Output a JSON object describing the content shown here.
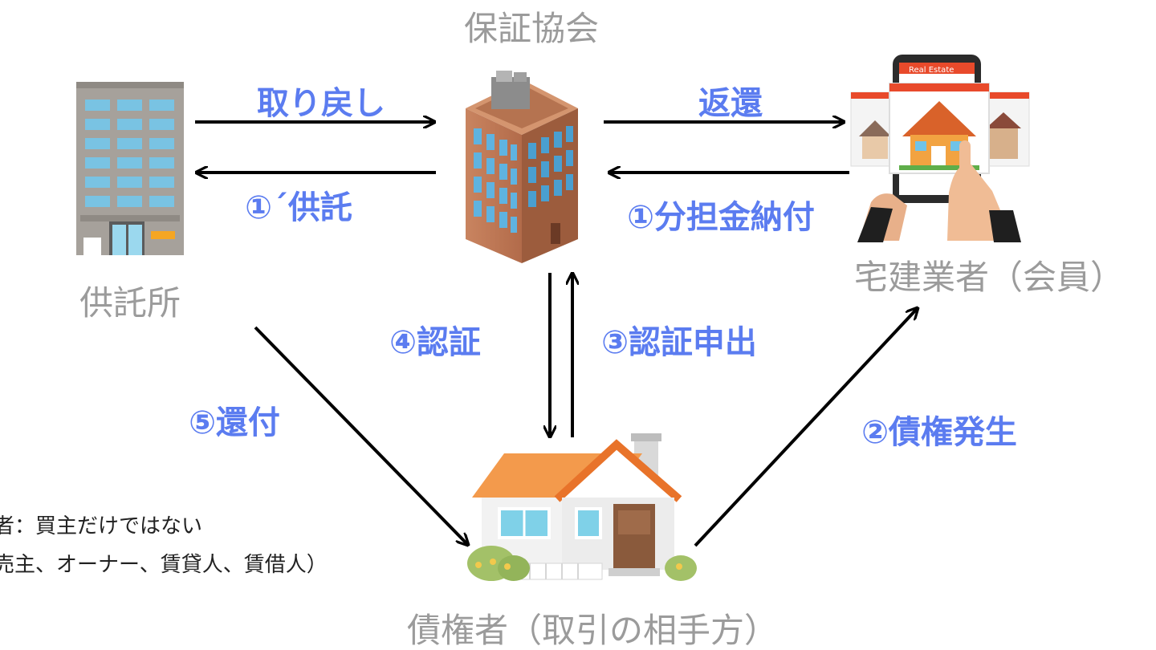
{
  "nodes": {
    "guarantee_association": "保証協会",
    "deposit_office": "供託所",
    "broker_member": "宅建業者（会員）",
    "creditor": "債権者（取引の相手方）"
  },
  "edges": {
    "withdrawal": "取り戻し",
    "deposit": "①´供託",
    "refund": "返還",
    "contribution_payment": "①分担金納付",
    "certification": "④認証",
    "certification_request": "③認証申出",
    "repayment": "⑤還付",
    "claim_arises": "②債権発生"
  },
  "note": {
    "line1": "者：買主だけではない",
    "line2": "売主、オーナー、賃貸人、賃借人）"
  },
  "phone_screen_title": "Real Estate",
  "colors": {
    "edge_label": "#5b7cf0",
    "node_label": "#9b9b9b",
    "arrow": "#000000"
  }
}
